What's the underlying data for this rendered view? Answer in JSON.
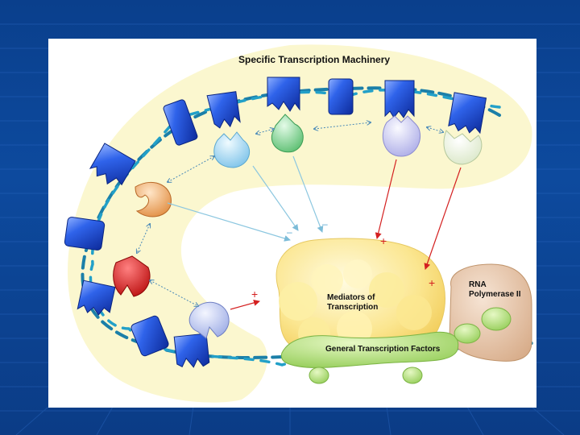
{
  "labels": {
    "title": "Specific Transcription Machinery",
    "mediators_line1": "Mediators of",
    "mediators_line2": "Transcription",
    "rna_line1": "RNA",
    "rna_line2": "Polymerase II",
    "gtf": "General Transcription Factors"
  },
  "signs": {
    "plus": "+",
    "minus": "–"
  },
  "colors": {
    "slide_bg": "#0d4a9e",
    "panel_bg": "#ffffff",
    "highlight": "#fbf7cf",
    "dna_protein": "#1a4fd8",
    "mediator": "#f8df77",
    "gtf": "#a8d66a",
    "polymerase": "#e4c4a8",
    "activating_arrow": "#d42020",
    "inhibiting_arrow": "#8cc7e0"
  }
}
